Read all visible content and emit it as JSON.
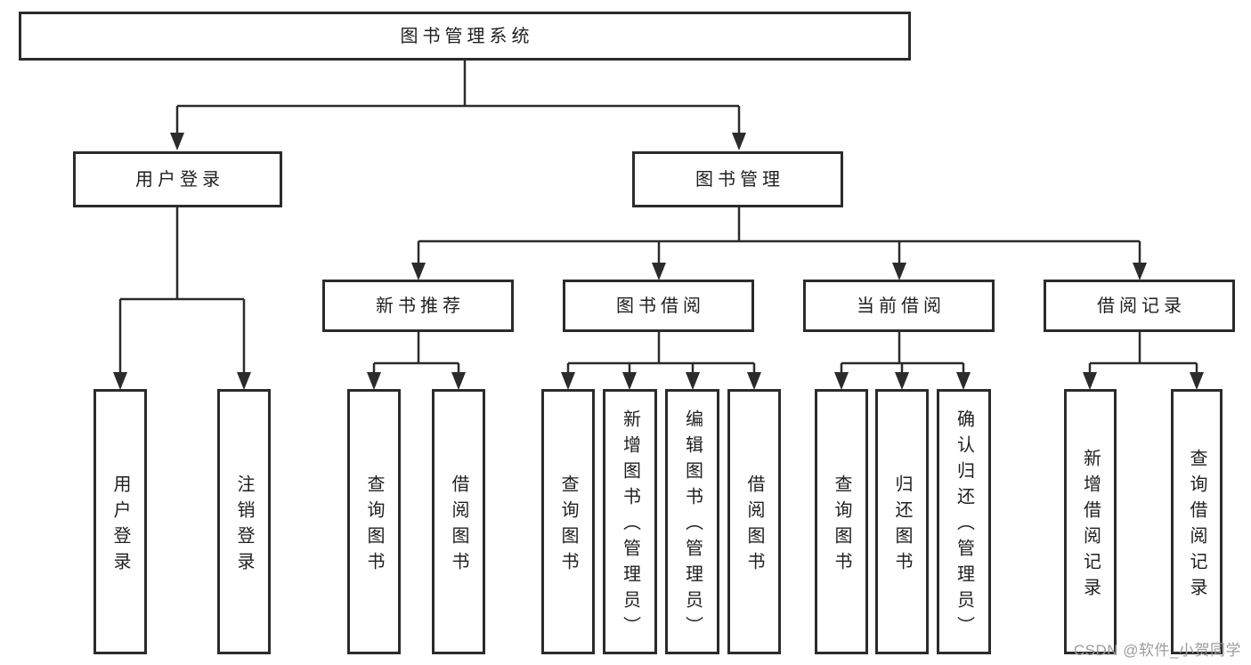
{
  "tree": {
    "label": "图书管理系统",
    "children": [
      {
        "label": "用户登录",
        "children": [
          {
            "label": "用户登录"
          },
          {
            "label": "注销登录"
          }
        ]
      },
      {
        "label": "图书管理",
        "children": [
          {
            "label": "新书推荐",
            "children": [
              {
                "label": "查询图书"
              },
              {
                "label": "借阅图书"
              }
            ]
          },
          {
            "label": "图书借阅",
            "children": [
              {
                "label": "查询图书"
              },
              {
                "label": "新增图书（管理员）"
              },
              {
                "label": "编辑图书（管理员）"
              },
              {
                "label": "借阅图书"
              }
            ]
          },
          {
            "label": "当前借阅",
            "children": [
              {
                "label": "查询图书"
              },
              {
                "label": "归还图书"
              },
              {
                "label": "确认归还（管理员）"
              }
            ]
          },
          {
            "label": "借阅记录",
            "children": [
              {
                "label": "新增借阅记录"
              },
              {
                "label": "查询借阅记录"
              }
            ]
          }
        ]
      }
    ]
  },
  "watermark": {
    "text": "CSDN @软件_小贺同学"
  },
  "colors": {
    "line": "#2b2b2b",
    "box_border": "#2b2b2b",
    "text": "#1f1f1f",
    "watermark_text": "#9c9c9c",
    "background": "#ffffff"
  }
}
